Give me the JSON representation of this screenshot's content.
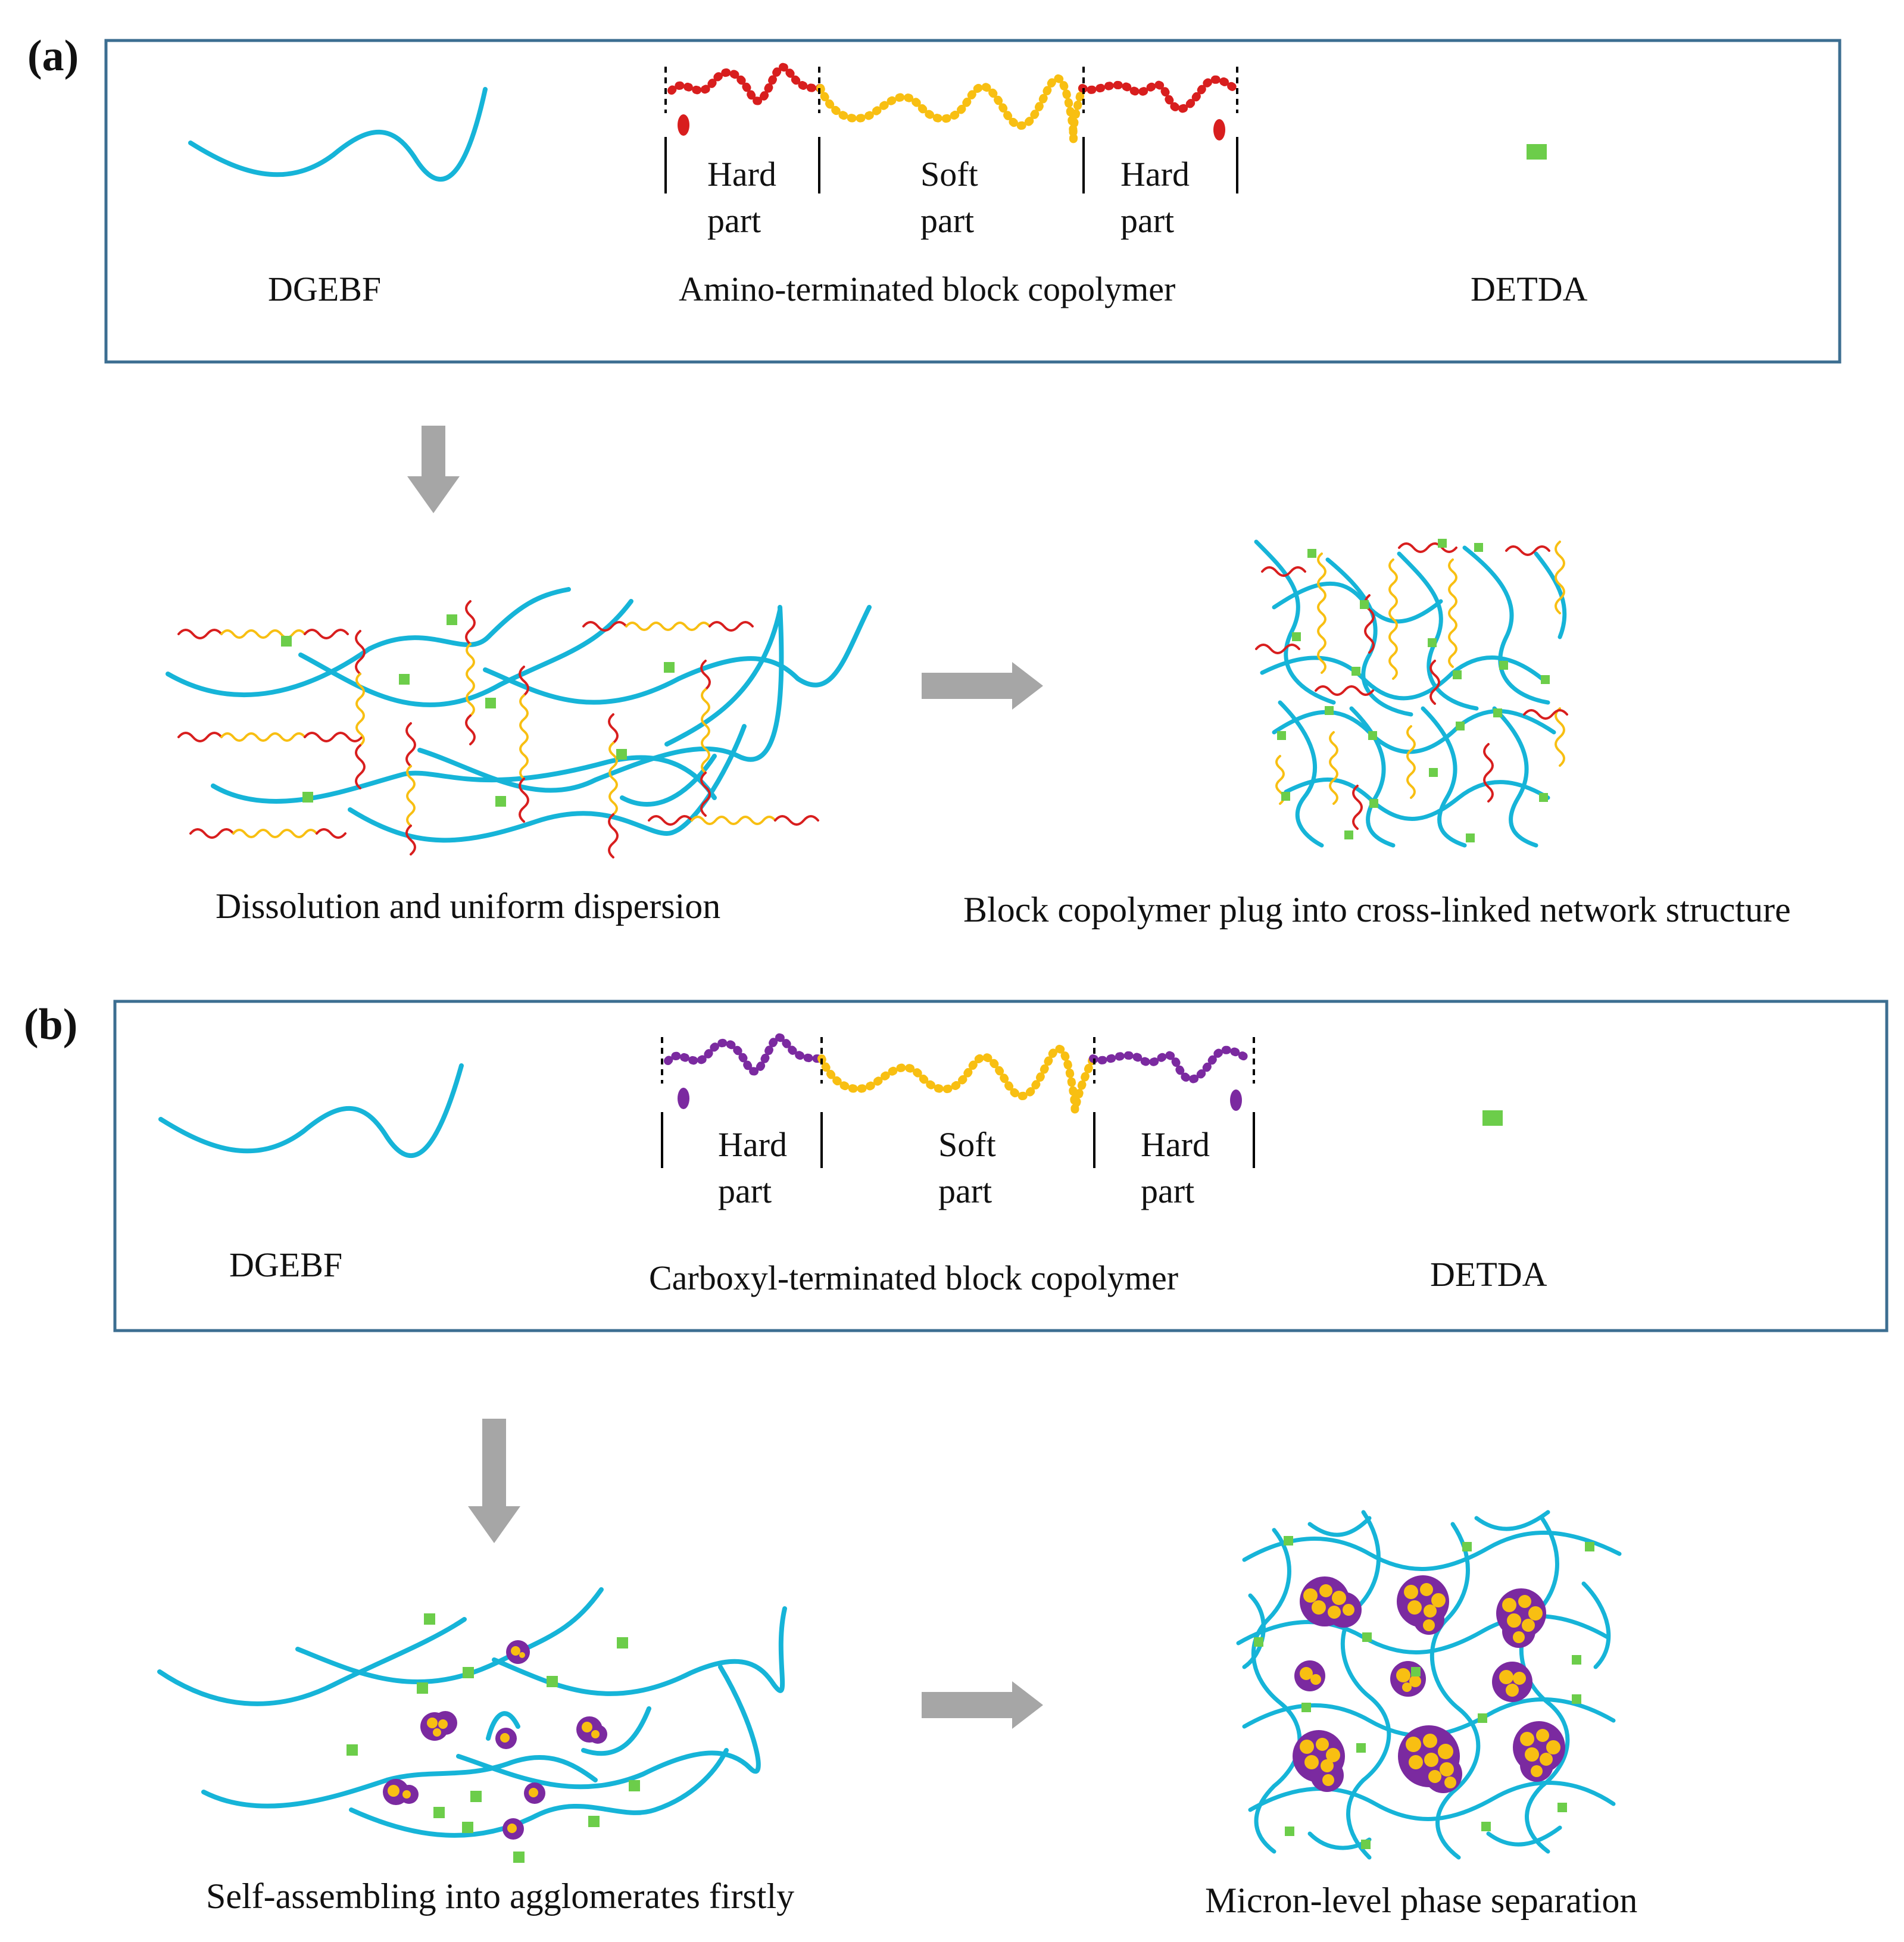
{
  "colors": {
    "chain": "#16b4d8",
    "hard_a": "#d81e1e",
    "hard_b": "#7b2aa0",
    "soft": "#f8bf12",
    "detda": "#6ccd4a",
    "arrow": "#a6a6a6",
    "frame": "#3c6e91"
  },
  "panel_a": {
    "label": "(a)",
    "dgebf": "DGEBF",
    "copolymer": "Amino-terminated block copolymer",
    "detda": "DETDA",
    "hard1": [
      "Hard",
      "part"
    ],
    "soft": [
      "Soft",
      "part"
    ],
    "hard2": [
      "Hard",
      "part"
    ],
    "caption_left": "Dissolution and uniform dispersion",
    "caption_right": "Block copolymer plug into cross-linked network structure"
  },
  "panel_b": {
    "label": "(b)",
    "dgebf": "DGEBF",
    "copolymer": "Carboxyl-terminated block copolymer",
    "detda": "DETDA",
    "hard1": [
      "Hard",
      "part"
    ],
    "soft": [
      "Soft",
      "part"
    ],
    "hard2": [
      "Hard",
      "part"
    ],
    "caption_left": "Self-assembling into agglomerates firstly",
    "caption_right": "Micron-level phase separation"
  }
}
